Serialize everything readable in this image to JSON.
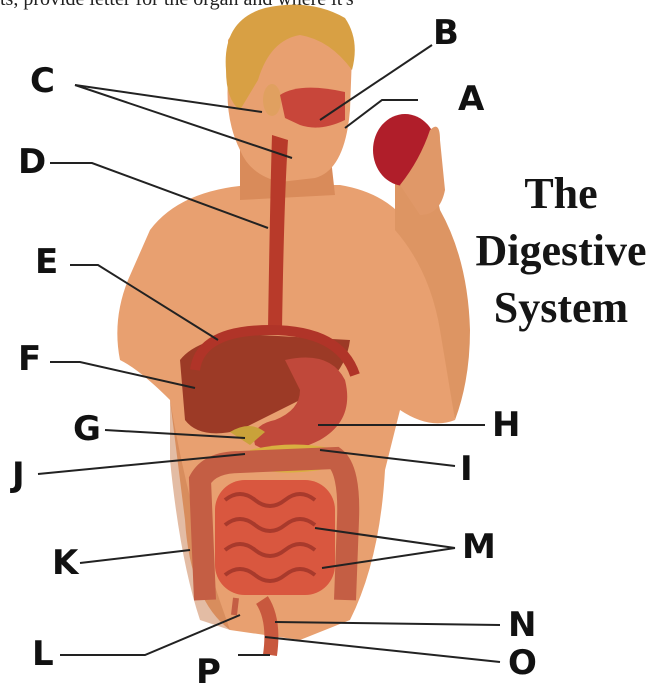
{
  "cropped_top_text": "ts, provide letter for the organ and where it's ",
  "title_lines": [
    "The",
    "Digestive",
    "System"
  ],
  "labels": {
    "A": "A",
    "B": "B",
    "C": "C",
    "D": "D",
    "E": "E",
    "F": "F",
    "G": "G",
    "H": "H",
    "I": "I",
    "J": "J",
    "K": "K",
    "L": "L",
    "M": "M",
    "N": "N",
    "O": "O",
    "P": "P"
  },
  "colors": {
    "skin": "#e8a070",
    "skin_shadow": "#b8683e",
    "hair": "#d8a044",
    "organ_red": "#b83a2a",
    "liver": "#9c3a26",
    "intestine": "#d9573f",
    "pancreas": "#d9b040",
    "apple": "#b01e2a",
    "leader_line": "#222222"
  }
}
